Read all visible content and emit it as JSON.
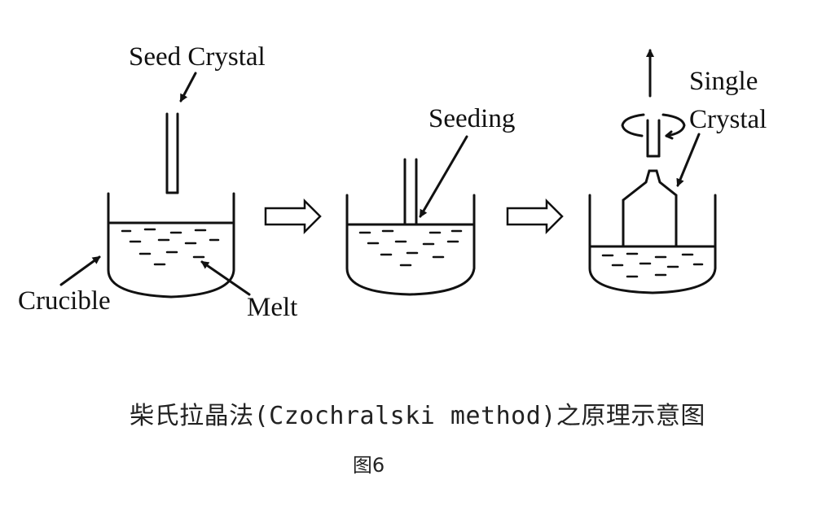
{
  "diagram": {
    "labels": {
      "seed_crystal": "Seed Crystal",
      "crucible": "Crucible",
      "melt": "Melt",
      "seeding": "Seeding",
      "single_line1": "Single",
      "single_line2": "Crystal"
    }
  },
  "caption": {
    "title": "柴氏拉晶法(Czochralski method)之原理示意图",
    "figure_number": "图6"
  }
}
